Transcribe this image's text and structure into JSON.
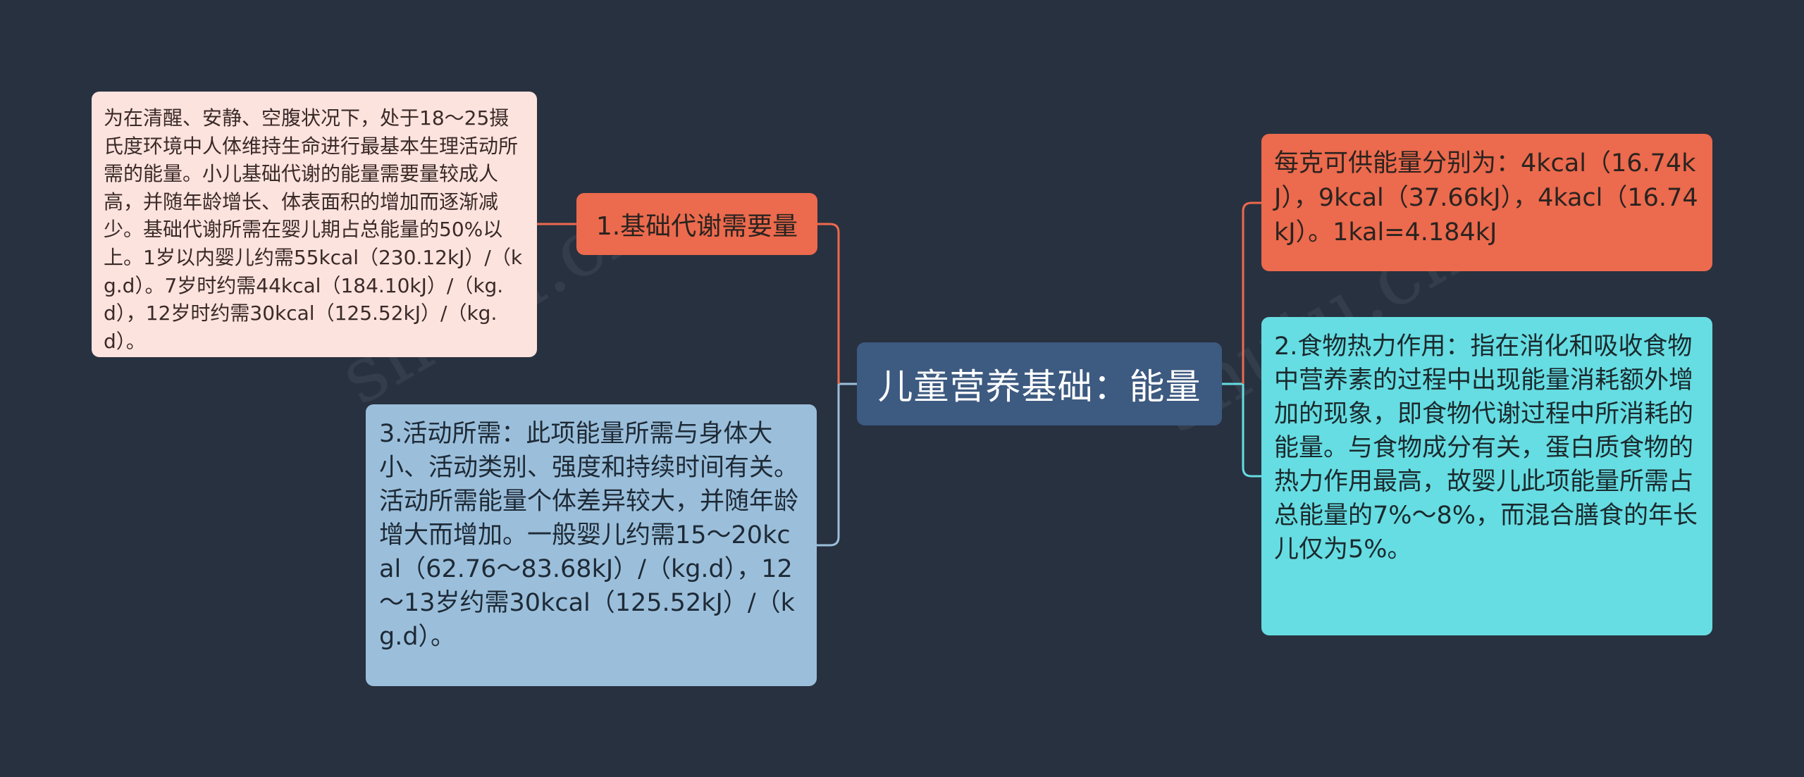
{
  "center": {
    "label": "儿童营养基础：能量"
  },
  "branches": {
    "basal": {
      "label": "1.基础代谢需要量",
      "detail": "为在清醒、安静、空腹状况下，处于18～25摄氏度环境中人体维持生命进行最基本生理活动所需的能量。小儿基础代谢的能量需要量较成人高，并随年龄增长、体表面积的增加而逐渐减少。基础代谢所需在婴儿期占总能量的50%以上。1岁以内婴儿约需55kcal（230.12kJ）/（kg.d）。7岁时约需44kcal（184.10kJ）/（kg.d），12岁时约需30kcal（125.52kJ）/（kg.d）。"
    },
    "activity": {
      "label": "3.活动所需：此项能量所需与身体大小、活动类别、强度和持续时间有关。活动所需能量个体差异较大，并随年龄增大而增加。一般婴儿约需15～20kcal（62.76～83.68kJ）/（kg.d），12～13岁约需30kcal（125.52kJ）/（kg.d）。"
    },
    "energy_per_gram": {
      "label": "每克可供能量分别为：4kcal（16.74kJ），9kcal（37.66kJ），4kacl（16.74 kJ）。1kal=4.184kJ"
    },
    "thermic": {
      "label": "2.食物热力作用：指在消化和吸收食物中营养素的过程中出现能量消耗额外增加的现象，即食物代谢过程中所消耗的能量。与食物成分有关，蛋白质食物的热力作用最高，故婴儿此项能量所需占总能量的7%～8%，而混合膳食的年长儿仅为5%。"
    }
  },
  "colors": {
    "background": "#283140",
    "center": "#3d5a80",
    "orange": "#ec6a4d",
    "pink": "#fde3de",
    "blue": "#9bbfdb",
    "cyan": "#66dde2"
  }
}
